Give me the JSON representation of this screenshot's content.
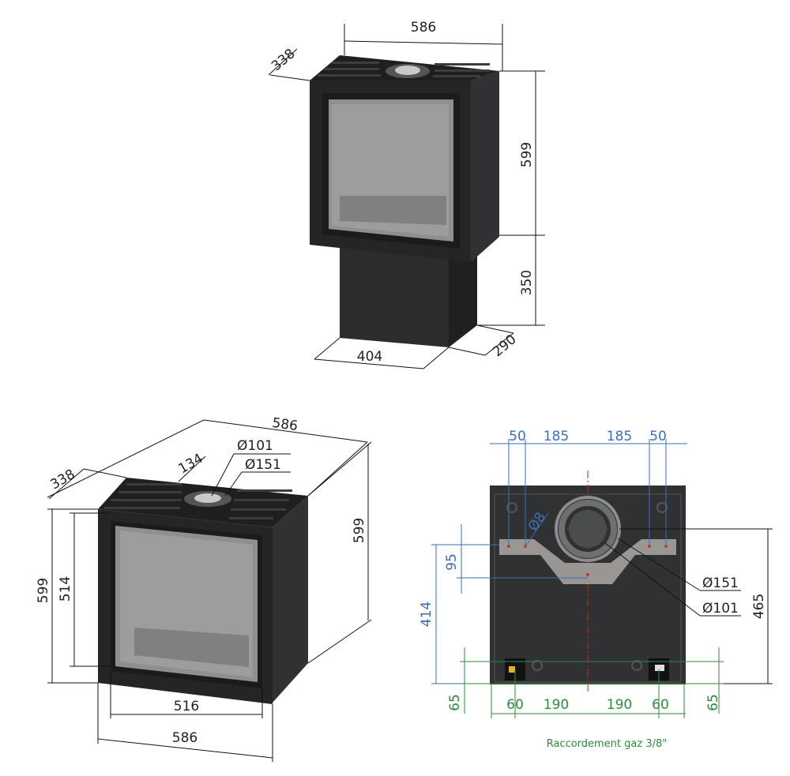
{
  "view_iso_top": {
    "width": "586",
    "depth": "338",
    "height_body": "599",
    "height_base": "350",
    "base_width": "404",
    "base_depth": "290"
  },
  "view_iso_bottom": {
    "width": "586",
    "depth": "338",
    "offset": "134",
    "dia_inner": "Ø101",
    "dia_outer": "Ø151",
    "height_right": "599",
    "height_left": "599",
    "glass_height": "514",
    "glass_width": "516",
    "total_width": "586"
  },
  "view_back": {
    "top_dims": [
      "50",
      "185",
      "185",
      "50"
    ],
    "hole_dia": "Ø8",
    "bracket_height": "95",
    "flue_height": "414",
    "total_height": "465",
    "dia_outer": "Ø151",
    "dia_inner": "Ø101",
    "bottom_dims": [
      "60",
      "190",
      "190",
      "60"
    ],
    "gas_left": "65",
    "gas_right": "65",
    "caption": "Raccordement gaz 3/8\""
  },
  "colors": {
    "steel": "#2f3133",
    "steel_dark": "#1d1e20",
    "glass": "#8d8f91",
    "bracket": "#9a9694",
    "blue_dim": "#3b6fb6",
    "green_dim": "#2e8b3a",
    "red_axis": "#d42020"
  }
}
